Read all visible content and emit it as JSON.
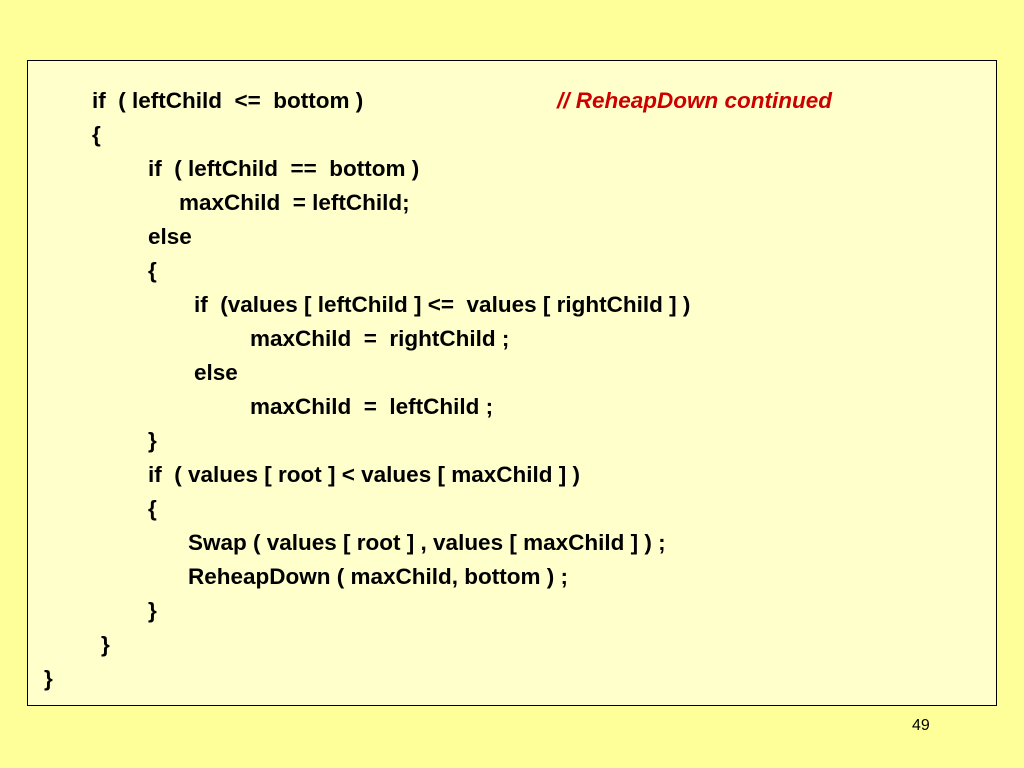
{
  "slide": {
    "code_lines": [
      "if  ( leftChild  <=  bottom )",
      "{",
      "if  ( leftChild  ==  bottom )",
      "maxChild  = leftChild;",
      "else",
      "{",
      "if  (values [ leftChild ] <=  values [ rightChild ] )",
      "maxChild  =  rightChild ;",
      "else",
      "maxChild  =  leftChild ;",
      "}",
      "if  ( values [ root ] < values [ maxChild ] )",
      "{",
      "Swap ( values [ root ] , values [ maxChild ] ) ;",
      "ReheapDown ( maxChild, bottom ) ;",
      "}",
      "}",
      "}"
    ],
    "comment": "// ReheapDown continued",
    "page_number": "49"
  },
  "colors": {
    "background": "#ffff99",
    "code_box": "#ffffcc",
    "comment": "#cc0000"
  }
}
